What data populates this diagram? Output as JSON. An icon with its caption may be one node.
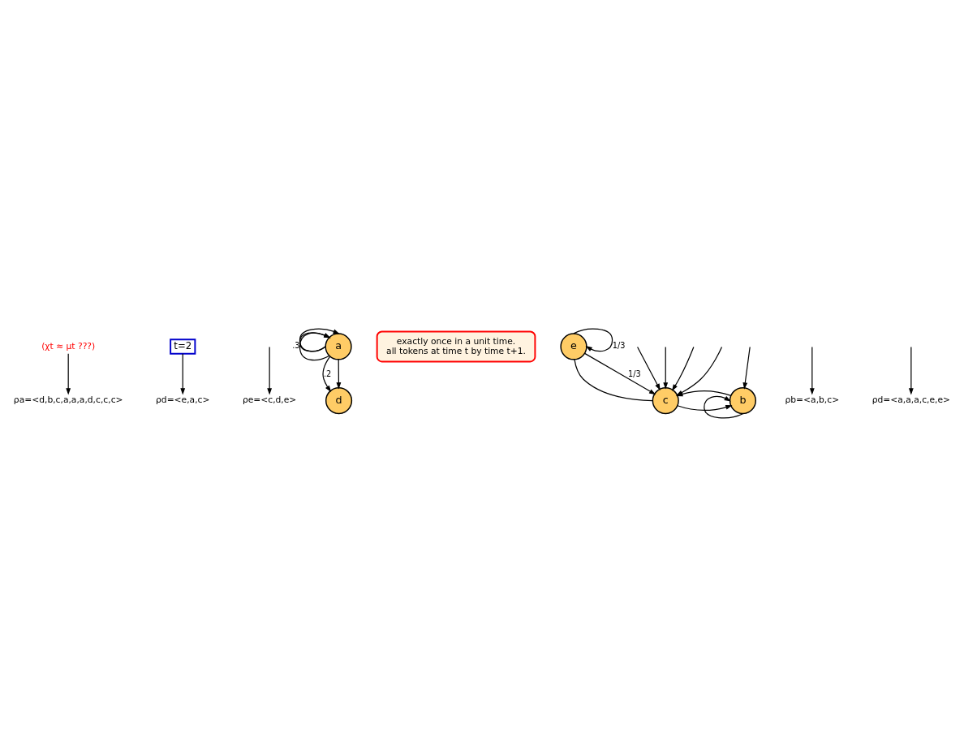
{
  "diagram": {
    "nodes": [
      {
        "text": [
          "(χt ≈ μt ???)"
        ]
      },
      {
        "text": [
          "ρa=<d,b,c,a,a,a,d,c,c,c>"
        ]
      },
      {
        "text": [
          "t=2"
        ]
      },
      {
        "text": [
          "ρd=<e,a,c>"
        ]
      },
      {
        "text": [
          "ρe=<c,d,e>"
        ]
      },
      {
        "text": [
          "a"
        ]
      },
      {
        "text": [
          "d"
        ]
      },
      {
        "text": [
          "exactly once in a unit time.",
          "all tokens at time t by time t+1."
        ]
      },
      {
        "text": [
          "e"
        ]
      },
      {
        "text": [
          "b"
        ]
      },
      {
        "text": [
          "c"
        ]
      },
      {
        "text": [
          "ρb=<a,b,c>"
        ]
      },
      {
        "text": [
          "ρd=<a,a,a,c,e,e>"
        ]
      }
    ],
    "edges": [
      {
        "from": 0,
        "to": 1,
        "arrow": "to"
      },
      {
        "from": 2,
        "to": 3,
        "arrow": "to"
      },
      {
        "from": null,
        "to": 4,
        "arrow": "to"
      },
      {
        "from": 5,
        "to": 5,
        "arrow": "to",
        "label": ".3"
      },
      {
        "from": 5,
        "to": 5,
        "arrow": "to"
      },
      {
        "from": 5,
        "to": 5,
        "arrow": "to"
      },
      {
        "from": 5,
        "to": 6,
        "arrow": "to",
        "label": ".2"
      },
      {
        "from": 5,
        "to": 6,
        "arrow": "to"
      },
      {
        "from": 8,
        "to": 8,
        "arrow": "to",
        "label": "1/3"
      },
      {
        "from": 8,
        "to": 10,
        "arrow": "none"
      },
      {
        "from": 8,
        "to": 10,
        "arrow": "to",
        "label": "1/3"
      },
      {
        "from": null,
        "to": 9,
        "arrow": "to"
      },
      {
        "from": null,
        "to": 10,
        "arrow": "to"
      },
      {
        "from": null,
        "to": 10,
        "arrow": "to"
      },
      {
        "from": null,
        "to": 10,
        "arrow": "to"
      },
      {
        "from": null,
        "to": 10,
        "arrow": "to"
      },
      {
        "from": 10,
        "to": 9,
        "arrow": "to"
      },
      {
        "from": 9,
        "to": 10,
        "arrow": "to"
      },
      {
        "from": 9,
        "to": 9,
        "arrow": "to"
      },
      {
        "from": null,
        "to": 11,
        "arrow": "to"
      },
      {
        "from": null,
        "to": 12,
        "arrow": "to"
      }
    ]
  }
}
